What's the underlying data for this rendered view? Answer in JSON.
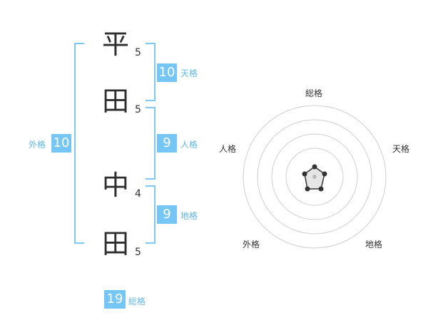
{
  "name": {
    "chars": [
      {
        "char": "平",
        "strokes": "5"
      },
      {
        "char": "田",
        "strokes": "5"
      },
      {
        "char": "中",
        "strokes": "4"
      },
      {
        "char": "田",
        "strokes": "5"
      }
    ]
  },
  "fortune": {
    "tenkaku": {
      "value": "10",
      "label": "天格"
    },
    "jinkaku": {
      "value": "9",
      "label": "人格"
    },
    "chikaku": {
      "value": "9",
      "label": "地格"
    },
    "gaikaku": {
      "value": "10",
      "label": "外格"
    },
    "soukaku": {
      "value": "19",
      "label": "総格"
    }
  },
  "radar": {
    "labels": {
      "top": "総格",
      "right": "天格",
      "bottom_right": "地格",
      "bottom_left": "外格",
      "left": "人格"
    }
  }
}
